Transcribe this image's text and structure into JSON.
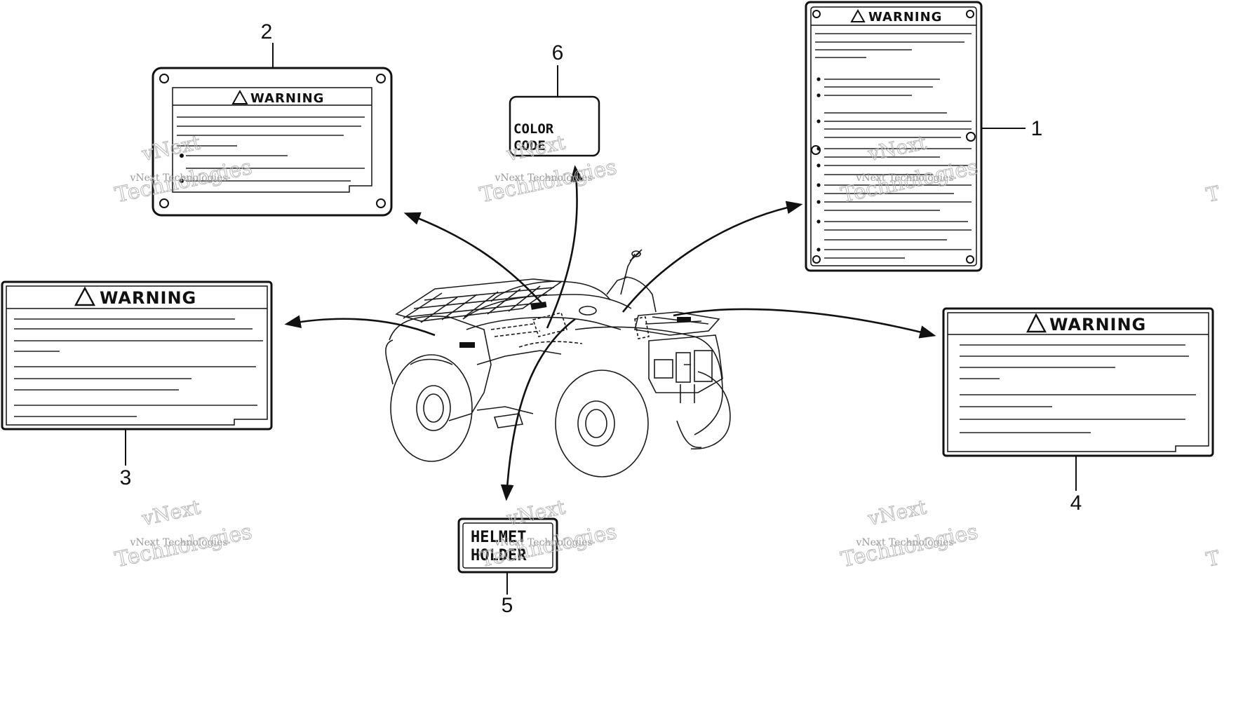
{
  "diagram": {
    "callouts": [
      "1",
      "2",
      "3",
      "4",
      "5",
      "6"
    ],
    "labels": {
      "warning_1": "WARNING",
      "warning_2": "WARNING",
      "warning_3": "WARNING",
      "warning_4": "WARNING",
      "color_code_line1": "COLOR",
      "color_code_line2": "CODE",
      "helmet_line1": "HELMET",
      "helmet_line2": "HOLDER"
    },
    "watermark": {
      "brand_short": "vNext",
      "brand_full": "vNext Technologies",
      "brand_tail": "Technologies",
      "edge_letter": "T"
    },
    "icons": [
      "warning-triangle-icon",
      "atv-illustration",
      "pointer-arrow"
    ]
  }
}
